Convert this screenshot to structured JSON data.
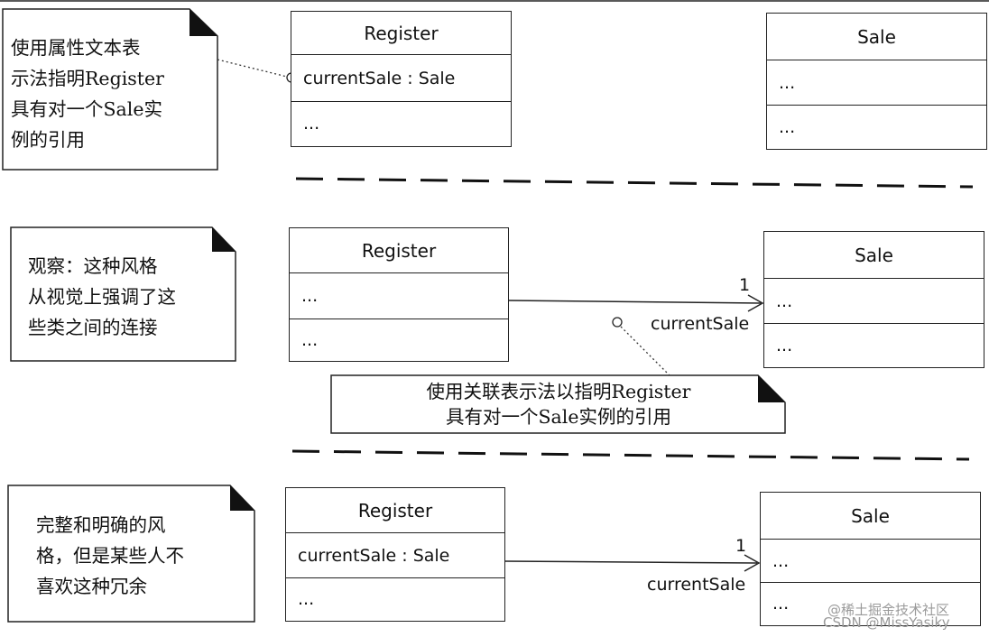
{
  "panel_top": {
    "note": "使用属性文本表\n示法指明Register\n具有对一个Sale实\n例的引用",
    "register": {
      "name": "Register",
      "attribute": "currentSale : Sale",
      "operations": "..."
    },
    "sale": {
      "name": "Sale",
      "attribute": "...",
      "operations": "..."
    }
  },
  "panel_middle": {
    "note_left": "  观察：这种风格\n从视觉上强调了这\n些类之间的连接",
    "note_bottom": "使用关联表示法以指明Register\n具有对一个Sale实例的引用",
    "register": {
      "name": "Register",
      "attribute": "...",
      "operations": "..."
    },
    "sale": {
      "name": "Sale",
      "attribute": "...",
      "operations": "..."
    },
    "association": {
      "multiplicity": "1",
      "role": "currentSale"
    }
  },
  "panel_bottom": {
    "note": "  完整和明确的风\n格，但是某些人不\n喜欢这种冗余",
    "register": {
      "name": "Register",
      "attribute": "currentSale : Sale",
      "operations": "..."
    },
    "sale": {
      "name": "Sale",
      "attribute": "...",
      "operations": "..."
    },
    "association": {
      "multiplicity": "1",
      "role": "currentSale"
    }
  },
  "watermark": {
    "line1": "@稀土掘金技术社区",
    "line2": "CSDN @MissYasiky"
  }
}
